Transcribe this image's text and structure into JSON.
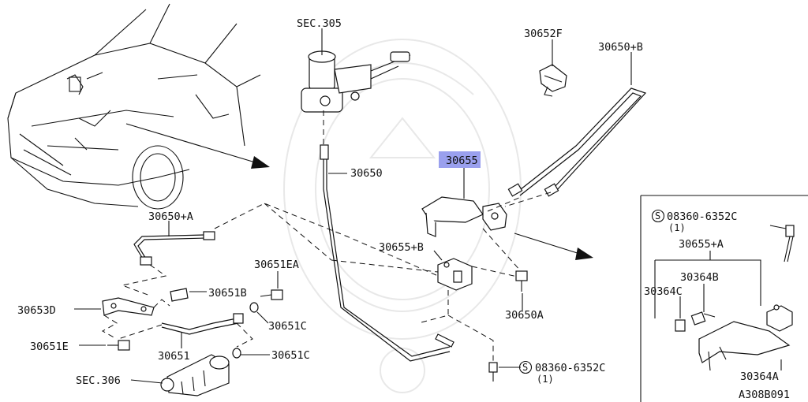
{
  "labels": {
    "sec305": "SEC.305",
    "p30652F": "30652F",
    "p30650B": "30650+B",
    "p30650": "30650",
    "p30655": "30655",
    "p30650A_plus": "30650+A",
    "p30651EA": "30651EA",
    "p30655B": "30655+B",
    "p30651B": "30651B",
    "p30653D": "30653D",
    "p30651C_1": "30651C",
    "p30650A": "30650A",
    "p30651E": "30651E",
    "p30651": "30651",
    "p30651C_2": "30651C",
    "sec306": "SEC.306",
    "bolt_main": "08360-6352C",
    "bolt_main_qty": "(1)",
    "bolt_inset": "08360-6352C",
    "bolt_inset_qty": "(1)",
    "p30655A": "30655+A",
    "p30364B": "30364B",
    "p30364C": "30364C",
    "p30364A": "30364A",
    "diagram_id": "A308B091",
    "s_symbol": "S"
  },
  "highlight_color": "#9aa0ee",
  "highlighted_part": "30655"
}
